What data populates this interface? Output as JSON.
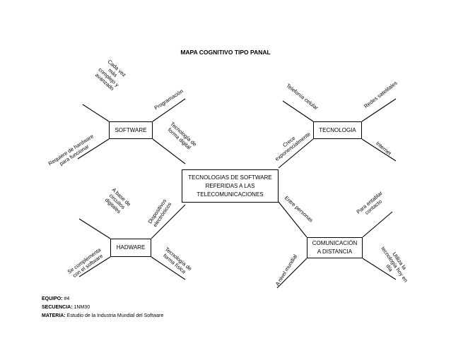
{
  "title": "MAPA COGNITIVO TIPO PANAL",
  "center": {
    "lines": [
      "TECNOLOGIAS DE SOFTWARE",
      "REFERIDAS A LAS",
      "TELECOMUNICACIONES"
    ]
  },
  "nodes": {
    "software": {
      "label": "SOFTWARE",
      "branches": [
        "Cada vez|más|complejo y|avanzado",
        "Programación",
        "Requiere de hardware|para funcionar",
        "Tecnología de|forma digital"
      ]
    },
    "tecnologia": {
      "label": "TECNOLOGIA",
      "branches": [
        "Telefonía celular",
        "Redes satelitales",
        "Crece|exponencialmente",
        "Internet"
      ]
    },
    "hadware": {
      "label": "HADWARE",
      "branches": [
        "A base de|circuitos|digitales",
        "Dispositivos|electrónicos",
        "Se complementa|con el software",
        "Tecnología de|forma física"
      ]
    },
    "comunicacion": {
      "label_lines": [
        "COMUNICACIÓN",
        "A DISTANCIA"
      ],
      "branches": [
        "Entre personas",
        "Para entablar|contacto",
        "A nivel mundial",
        "Utiliza la|tecnología hoy en|día"
      ]
    }
  },
  "footer": {
    "equipo_label": "EQUIPO:",
    "equipo_value": "#4",
    "secuencia_label": "SECUENCIA:",
    "secuencia_value": "1NM30",
    "materia_label": "MATERIA:",
    "materia_value": "Estudio de la Industria Mundial del Software"
  }
}
